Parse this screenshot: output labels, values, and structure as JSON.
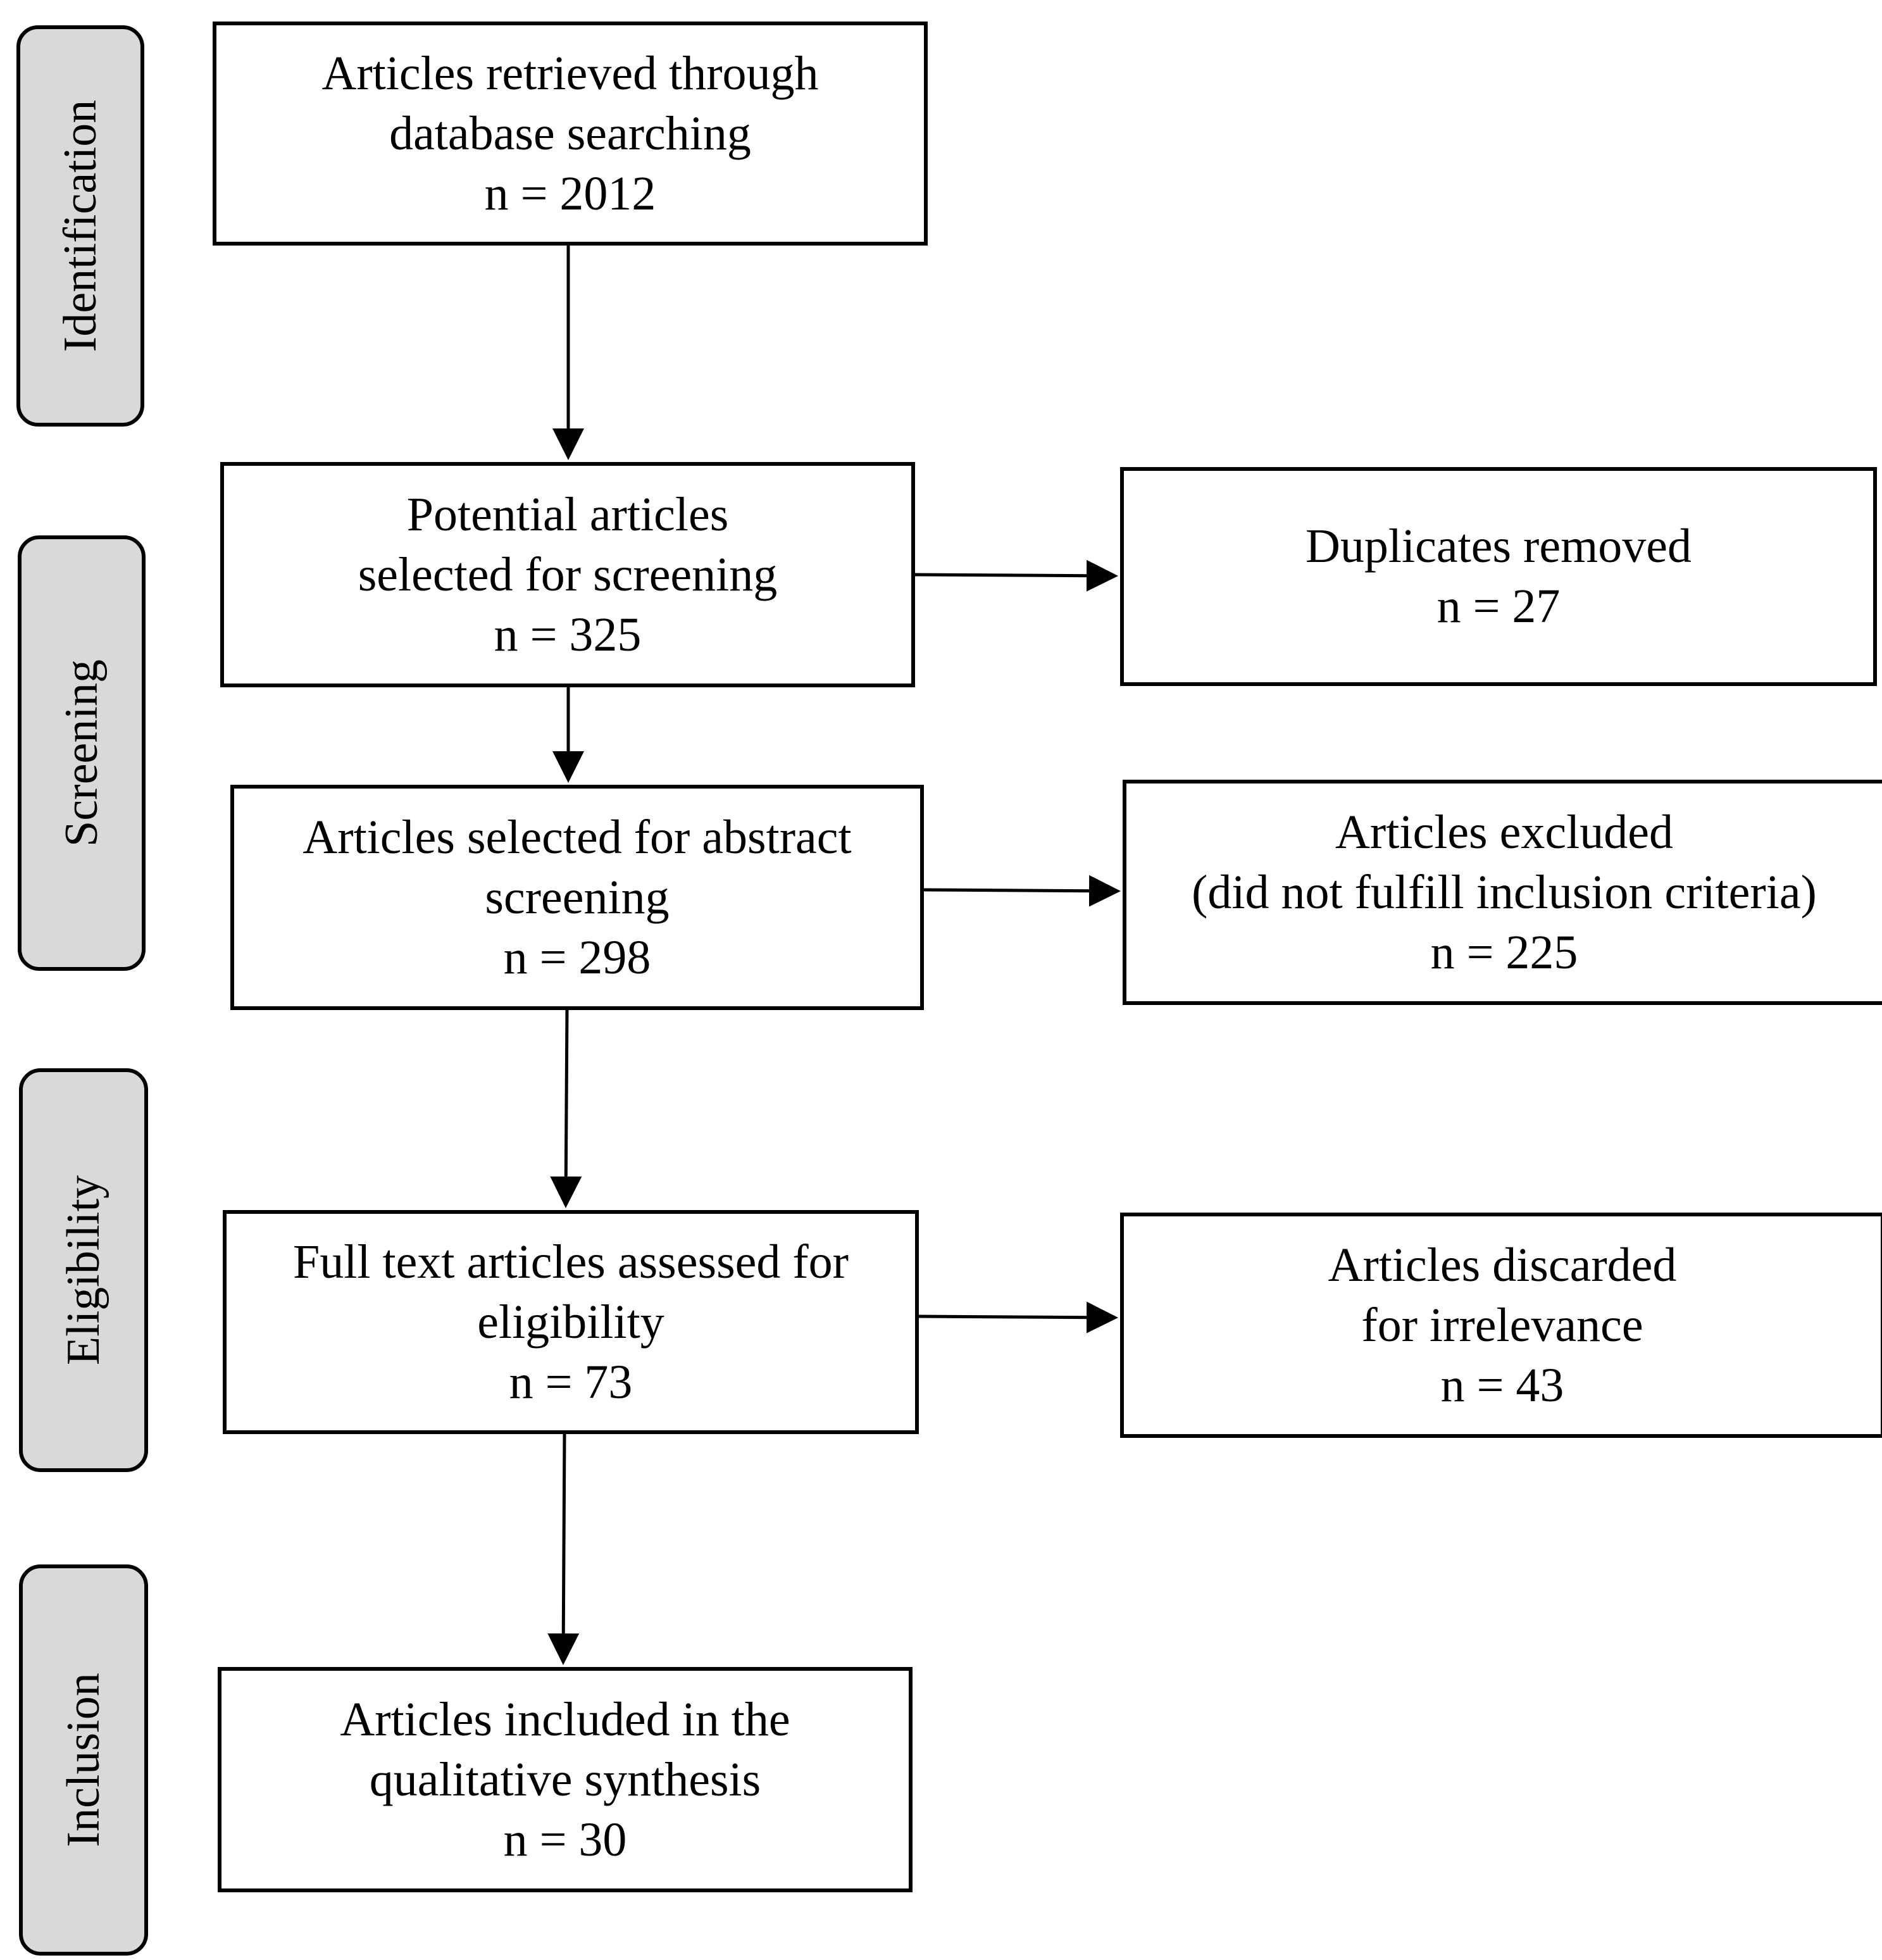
{
  "phases": {
    "identification": "Identification",
    "screening": "Screening",
    "eligibility": "Eligibility",
    "inclusion": "Inclusion"
  },
  "boxes": {
    "retrieved": {
      "line1": "Articles retrieved through",
      "line2": "database searching",
      "count": "n = 2012"
    },
    "potential": {
      "line1": "Potential articles",
      "line2": "selected for screening",
      "count": "n = 325"
    },
    "duplicates": {
      "line1": "Duplicates removed",
      "count": "n = 27"
    },
    "abstract": {
      "line1": "Articles selected for abstract",
      "line2": "screening",
      "count": "n = 298"
    },
    "excluded": {
      "line1": "Articles excluded",
      "line2": "(did not fulfill inclusion criteria)",
      "count": "n = 225"
    },
    "fulltext": {
      "line1": "Full text articles assessed for",
      "line2": "eligibility",
      "count": "n = 73"
    },
    "discarded": {
      "line1": "Articles discarded",
      "line2": "for irrelevance",
      "count": "n = 43"
    },
    "included": {
      "line1": "Articles included in the",
      "line2": "qualitative synthesis",
      "count": "n = 30"
    }
  },
  "colors": {
    "phase_fill": "#d9d9d9",
    "stroke": "#000000",
    "box_fill": "#ffffff"
  }
}
